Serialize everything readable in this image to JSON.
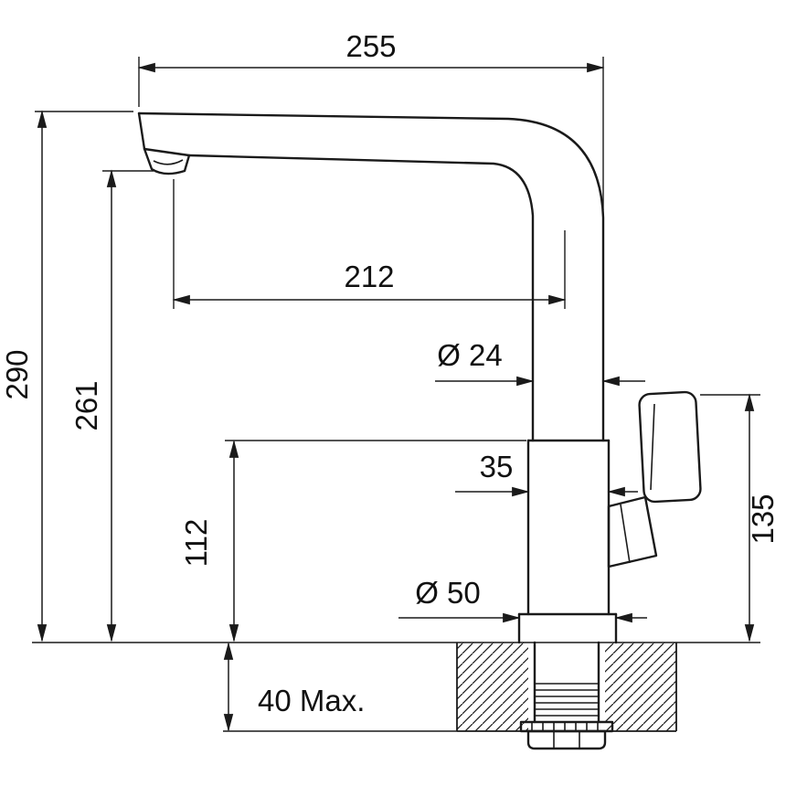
{
  "drawing": {
    "labels": {
      "overall_width": "255",
      "overall_height": "290",
      "spout_height": "261",
      "spout_reach": "212",
      "pipe_diameter": "Ø 24",
      "body_width": "35",
      "body_height": "112",
      "handle_height": "135",
      "base_diameter": "Ø 50",
      "deck_thickness": "40 Max."
    },
    "colors": {
      "line": "#1a1a1a",
      "background": "#ffffff"
    }
  }
}
